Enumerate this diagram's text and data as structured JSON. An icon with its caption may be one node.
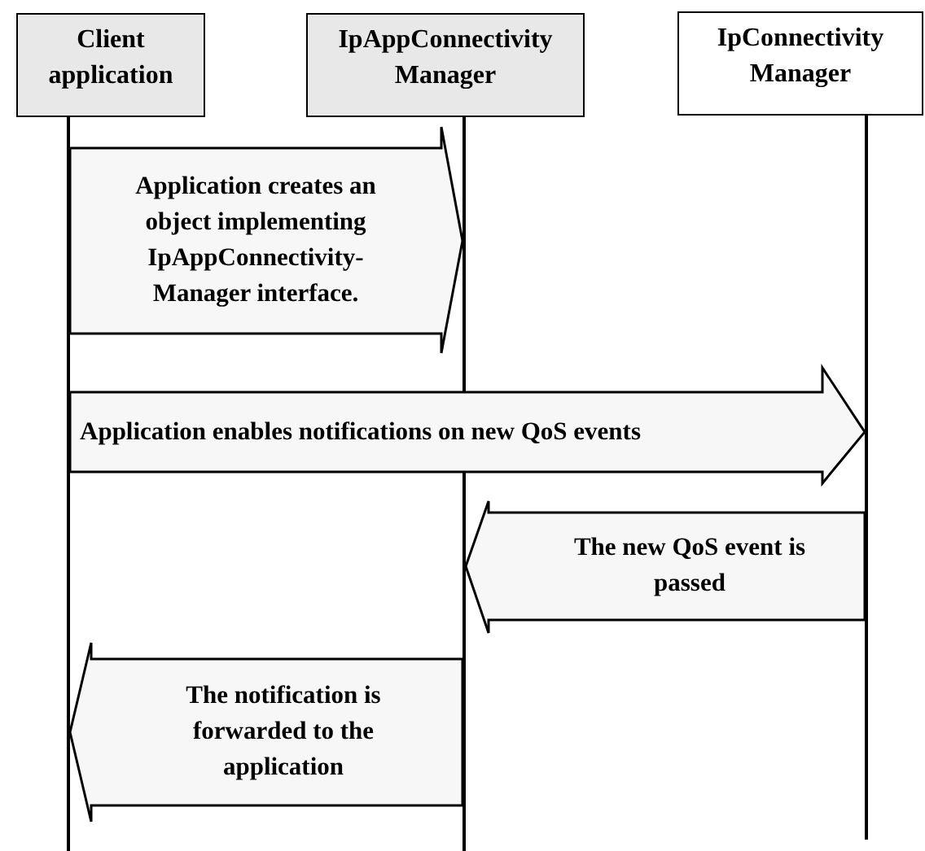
{
  "diagram": {
    "nodes": [
      {
        "text": [
          "Client application"
        ]
      },
      {
        "text": [
          "IpAppConnectivity Manager"
        ]
      },
      {
        "text": [
          "IpConnectivity Manager"
        ]
      },
      {
        "text": [],
        "shape": "line"
      },
      {
        "text": [],
        "shape": "line"
      },
      {
        "text": [],
        "shape": "line"
      }
    ],
    "edges": [
      {
        "from": 3,
        "to": 4,
        "arrow": "to",
        "label": "Application creates an object implementing IpAppConnectivity- Manager interface."
      },
      {
        "from": 3,
        "to": 5,
        "arrow": "to",
        "label": "Application enables notifications on new QoS events"
      },
      {
        "from": 5,
        "to": 4,
        "arrow": "to",
        "label": "The new QoS event is passed"
      },
      {
        "from": 4,
        "to": 3,
        "arrow": "to",
        "label": "The notification is forwarded to the application"
      }
    ]
  }
}
